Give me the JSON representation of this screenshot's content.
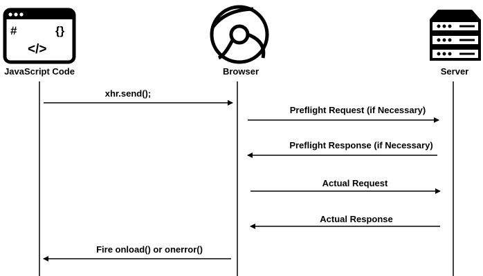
{
  "participants": {
    "js": {
      "label": "JavaScript Code",
      "icon": "code-window-icon"
    },
    "browser": {
      "label": "Browser",
      "icon": "browser-icon"
    },
    "server": {
      "label": "Server",
      "icon": "server-icon"
    }
  },
  "code_icon": {
    "hash": "#",
    "braces": "{}",
    "tag": "</>"
  },
  "messages": [
    {
      "text": "xhr.send();",
      "from": "JavaScript Code",
      "to": "Browser"
    },
    {
      "text": "Preflight Request (if Necessary)",
      "from": "Browser",
      "to": "Server"
    },
    {
      "text": "Preflight Response (if Necessary)",
      "from": "Server",
      "to": "Browser"
    },
    {
      "text": "Actual Request",
      "from": "Browser",
      "to": "Server"
    },
    {
      "text": "Actual Response",
      "from": "Server",
      "to": "Browser"
    },
    {
      "text": "Fire onload() or onerror()",
      "from": "Browser",
      "to": "JavaScript Code"
    }
  ],
  "colors": {
    "line": "#000000",
    "background": "#ffffff"
  }
}
